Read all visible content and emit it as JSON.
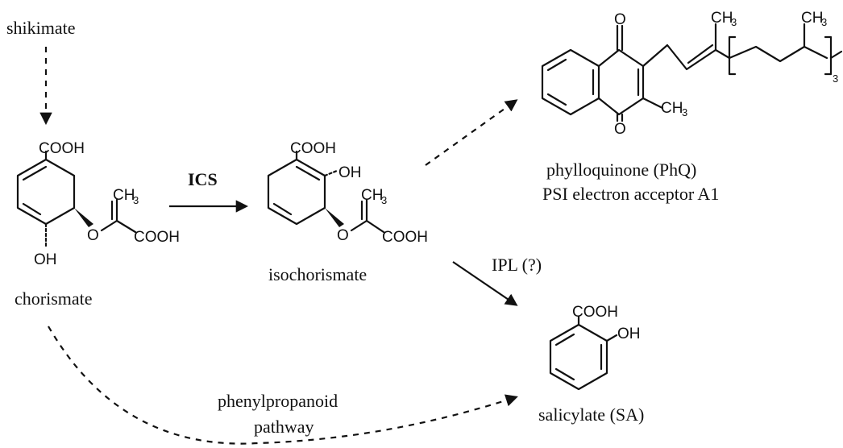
{
  "labels": {
    "shikimate": "shikimate",
    "chorismate": "chorismate",
    "ics": "ICS",
    "isochorismate": "isochorismate",
    "phylloquinone": "phylloquinone (PhQ)",
    "psi_acceptor": "PSI electron acceptor A1",
    "ipl": "IPL (?)",
    "salicylate": "salicylate (SA)",
    "phenylpropanoid_1": "phenylpropanoid",
    "phenylpropanoid_2": "pathway"
  },
  "atoms": {
    "cooh": "COOH",
    "oh": "OH",
    "o": "O",
    "ch": "CH",
    "sub3": "3",
    "repeat_count": "3"
  }
}
